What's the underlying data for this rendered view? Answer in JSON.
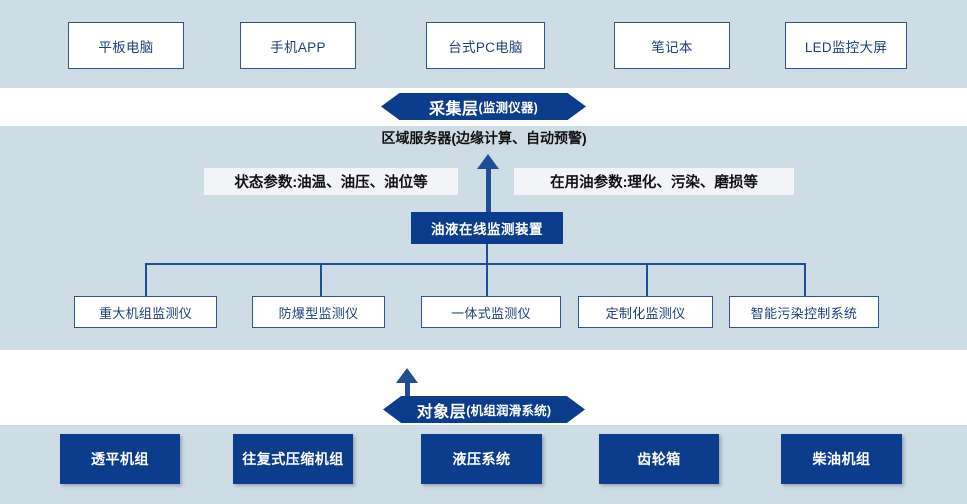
{
  "colors": {
    "band_bg": "#cedce6",
    "page_bg": "#ffffff",
    "accent_dark_blue": "#0c3c8c",
    "outline_blue": "#2e558f",
    "connector_blue": "#1f4f93",
    "box_text_blue": "#1f3f7a",
    "label_bg": "#f2f4f7"
  },
  "layers": {
    "presentation": {
      "name": "presentation-layer",
      "cards": [
        {
          "label": "平板电脑"
        },
        {
          "label": "手机APP"
        },
        {
          "label": "台式PC电脑"
        },
        {
          "label": "笔记本"
        },
        {
          "label": "LED监控大屏"
        }
      ]
    },
    "collection": {
      "banner_main": "采集层",
      "banner_sub": "(监测仪器)",
      "server_label": "区域服务器(边缘计算、自动预警)",
      "param_left": "状态参数:油温、油压、油位等",
      "param_right": "在用油参数:理化、污染、磨损等",
      "device_label": "油液在线监测装置",
      "instruments": [
        {
          "label": "重大机组监测仪"
        },
        {
          "label": "防爆型监测仪"
        },
        {
          "label": "一体式监测仪"
        },
        {
          "label": "定制化监测仪"
        },
        {
          "label": "智能污染控制系统"
        }
      ]
    },
    "object": {
      "banner_main": "对象层",
      "banner_sub": " (机组润滑系统)",
      "equipment": [
        {
          "label": "透平机组"
        },
        {
          "label": "往复式压缩机组"
        },
        {
          "label": "液压系统"
        },
        {
          "label": "齿轮箱"
        },
        {
          "label": "柴油机组"
        }
      ]
    }
  }
}
